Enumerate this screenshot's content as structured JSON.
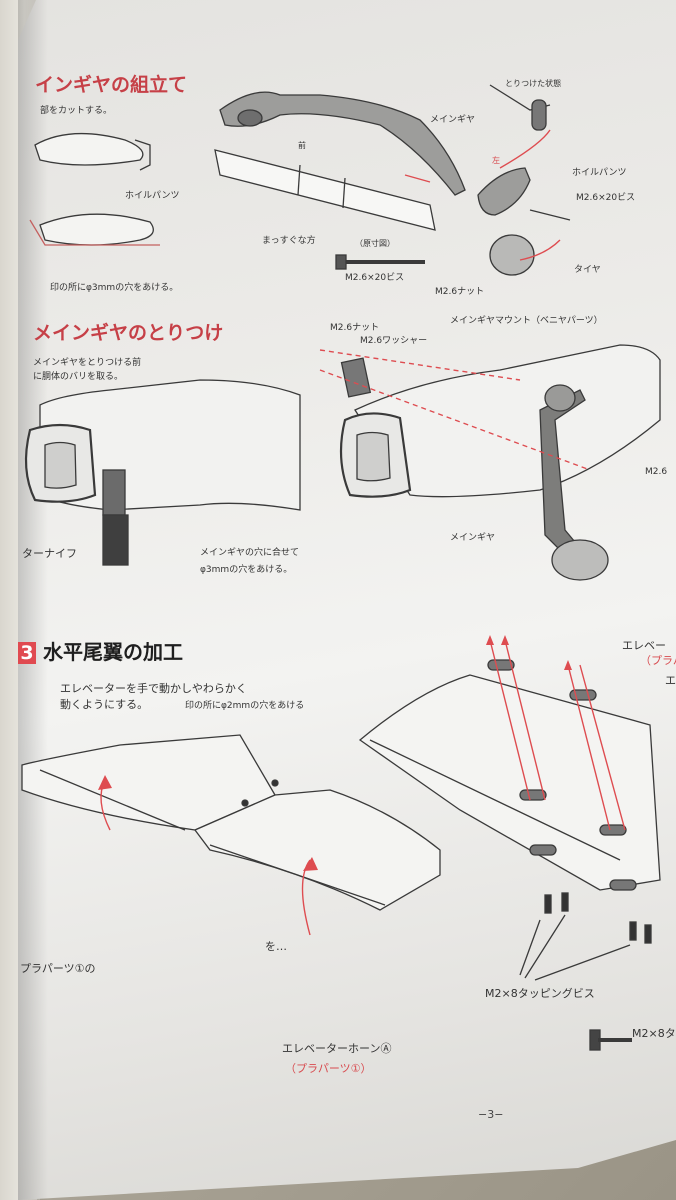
{
  "sections": {
    "main_gear_assembly": {
      "title": "インギヤの組立て",
      "cut_note": "部をカットする。",
      "wheel_pants": "ホイルパンツ",
      "hole_note": "印の所にφ3mmの穴をあける。",
      "straight": "まっすぐな方",
      "front": "前",
      "full_size": "（原寸図）",
      "screw_full_size": "M2.6×20ビス",
      "main_gear_label": "メインギヤ",
      "left": "左",
      "nut": "M2.6ナット",
      "wheel_pants_right": "ホイルパンツ",
      "screw": "M2.6×20ビス",
      "tire": "タイヤ",
      "assembled_state": "とりつけた状態"
    },
    "main_gear_mounting": {
      "title": "メインギヤのとりつけ",
      "note_before": "メインギヤをとりつける前",
      "note_before_2": "に胴体のバリを取る。",
      "cutter": "ターナイフ",
      "hole_note_1": "メインギヤの穴に合せて",
      "hole_note_2": "φ3mmの穴をあける。",
      "nut": "M2.6ナット",
      "washer": "M2.6ワッシャー",
      "mount": "メインギヤマウント（ベニヤパーツ）",
      "screw": "M2.6",
      "main_gear_label": "メインギヤ"
    },
    "horizontal_tail": {
      "number": "3",
      "title": "水平尾翼の加工",
      "note_1": "エレベーターを手で動かしやわらかく",
      "note_2": "動くようにする。",
      "hole_note": "印の所にφ2mmの穴をあける",
      "elevator_label": "エレベー",
      "elevator_parts": "（プラパ",
      "elevator_right": "エ",
      "tapping_screw": "M2×8タッピングビス",
      "tapping_screw_right": "M2×8タ",
      "plastic_parts_note": "プラパーツ①の",
      "bottom_note": "を…",
      "elevator_horn": "エレベーターホーンⒶ",
      "elevator_horn_parts": "（プラパーツ①）"
    }
  },
  "page_number": "−3−",
  "colors": {
    "accent_red": "#d84b4f",
    "paper": "#efeeeb",
    "ink": "#333333"
  }
}
